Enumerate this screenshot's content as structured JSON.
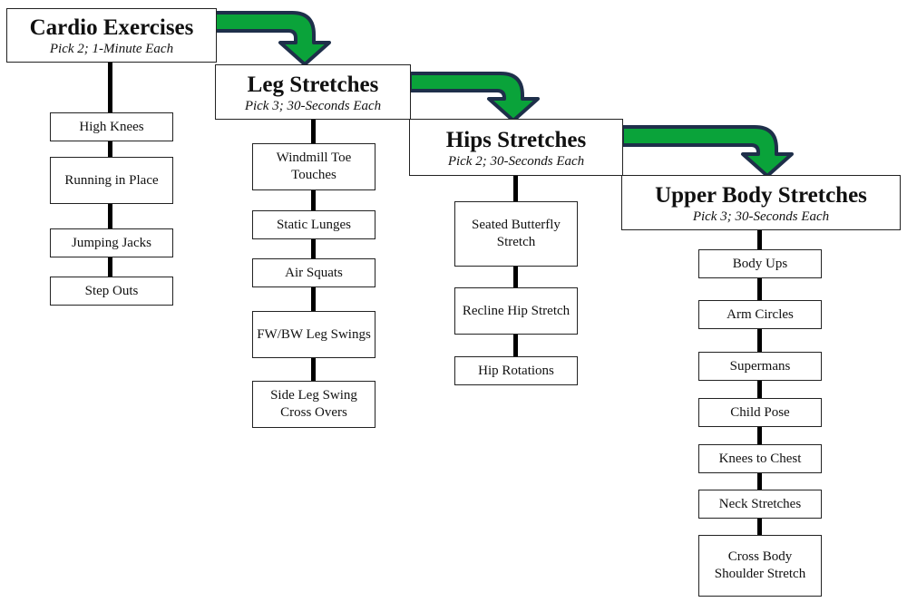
{
  "sections": [
    {
      "title": "Cardio Exercises",
      "subtitle": "Pick 2; 1-Minute Each",
      "items": [
        "High Knees",
        "Running in Place",
        "Jumping Jacks",
        "Step Outs"
      ]
    },
    {
      "title": "Leg Stretches",
      "subtitle": "Pick 3; 30-Seconds Each",
      "items": [
        "Windmill Toe Touches",
        "Static Lunges",
        "Air Squats",
        "FW/BW Leg Swings",
        "Side Leg Swing Cross Overs"
      ]
    },
    {
      "title": "Hips Stretches",
      "subtitle": "Pick 2; 30-Seconds Each",
      "items": [
        "Seated Butterfly Stretch",
        "Recline Hip Stretch",
        "Hip Rotations"
      ]
    },
    {
      "title": "Upper Body Stretches",
      "subtitle": "Pick 3; 30-Seconds Each",
      "items": [
        "Body Ups",
        "Arm Circles",
        "Supermans",
        "Child Pose",
        "Knees to Chest",
        "Neck Stretches",
        "Cross Body Shoulder Stretch"
      ]
    }
  ],
  "colors": {
    "arrow_fill": "#0aa33a",
    "arrow_outline": "#1e2f4a",
    "connector": "#000000"
  }
}
